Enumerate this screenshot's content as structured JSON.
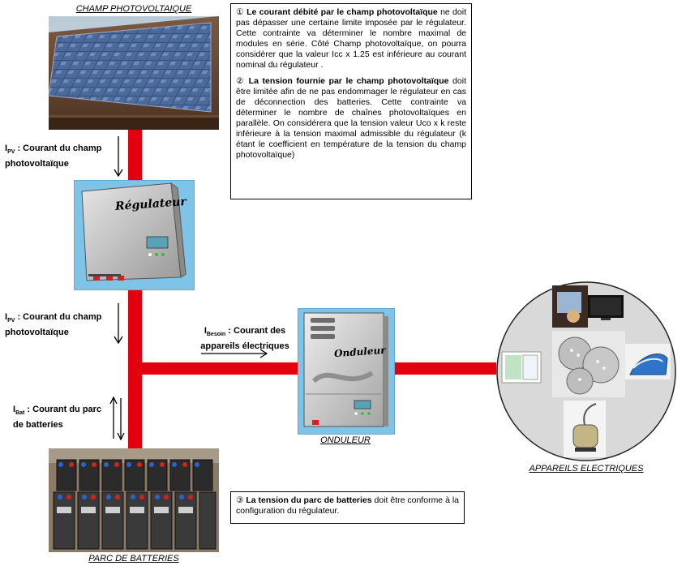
{
  "colors": {
    "wire": "#e3000f",
    "box_bg": "#7ec3e8",
    "device_metal": "#c9c9c9"
  },
  "captions": {
    "pv_field": "CHAMP PHOTOVOLTAIQUE",
    "inverter": "ONDULEUR",
    "batteries": "PARC DE BATTERIES",
    "appliances": "APPAREILS ELECTRIQUES"
  },
  "devices": {
    "regulator_title": "Régulateur",
    "inverter_title": "Onduleur"
  },
  "currents": {
    "ipv_1": {
      "sym": "I",
      "sub": "PV",
      "text": " : Courant du champ photovoltaïque"
    },
    "ipv_2": {
      "sym": "I",
      "sub": "PV",
      "text": " : Courant du champ photovoltaïque"
    },
    "ibesoin": {
      "sym": "I",
      "sub": "Besoin",
      "text": " : Courant des appareils électriques"
    },
    "ibat": {
      "sym": "I",
      "sub": "Bat",
      "text": " : Courant du parc de batteries"
    }
  },
  "notes": {
    "n1_num": "①",
    "n1_bold": "Le courant débité par le champ photovoltaïque",
    "n1_text": " ne doit pas dépasser une certaine limite imposée par le régulateur. Cette contrainte va déterminer le nombre maximal de modules en série. Côté Champ photovoltaïque, on pourra considérer que la valeur Icc x 1.25 est inférieure au courant nominal du régulateur .",
    "n2_num": "②",
    "n2_bold": "La tension fournie par le champ photovoltaïque",
    "n2_text": " doit être limitée afin de ne pas endommager le régulateur en cas de déconnection des batteries. Cette contrainte va déterminer le nombre de chaînes photovoltaïques en parallèle. On considérera que la tension valeur  Uco x k reste inférieure à la tension maximal admissible du régulateur (k étant le coefficient en température de la tension du champ photovoltaïque)",
    "n3_num": "③",
    "n3_bold": "La tension du parc de batteries",
    "n3_text": " doit être conforme à la configuration du régulateur."
  }
}
